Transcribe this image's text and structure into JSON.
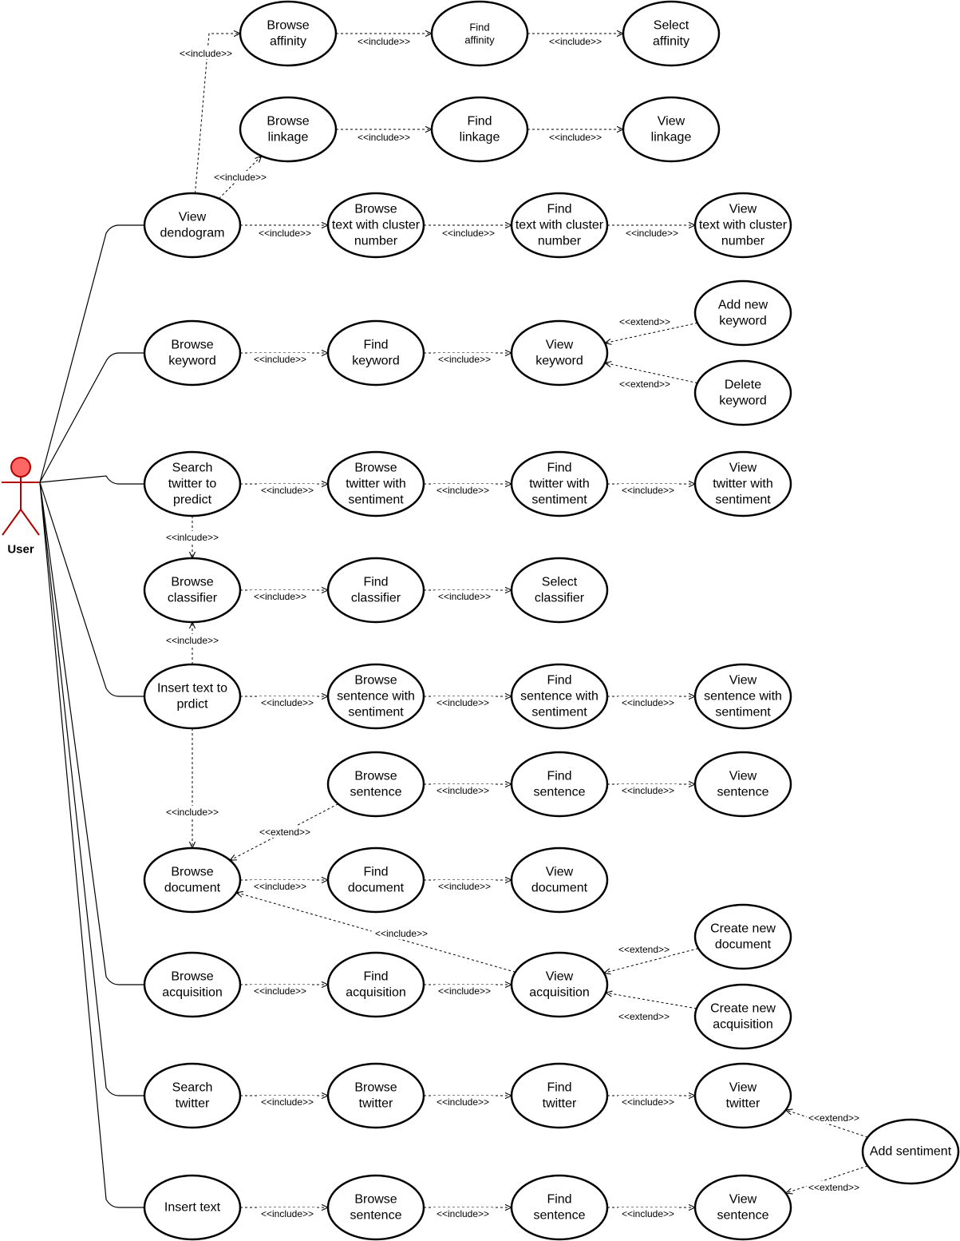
{
  "actor": {
    "name": "User",
    "color": "#ff6666",
    "stroke": "#b20000"
  },
  "usecases": {
    "browse_affinity": [
      "Browse",
      "affinity"
    ],
    "find_affinity": [
      "Find",
      "affinity"
    ],
    "select_affinity": [
      "Select",
      "affinity"
    ],
    "browse_linkage": [
      "Browse",
      "linkage"
    ],
    "find_linkage": [
      "Find",
      "linkage"
    ],
    "view_linkage": [
      "View",
      "linkage"
    ],
    "view_dendogram": [
      "View",
      "dendogram"
    ],
    "browse_text_cluster": [
      "Browse",
      "text with cluster",
      "number"
    ],
    "find_text_cluster": [
      "Find",
      "text with cluster",
      "number"
    ],
    "view_text_cluster": [
      "View",
      "text with cluster",
      "number"
    ],
    "browse_keyword": [
      "Browse",
      "keyword"
    ],
    "find_keyword": [
      "Find",
      "keyword"
    ],
    "view_keyword": [
      "View",
      "keyword"
    ],
    "add_keyword": [
      "Add new",
      "keyword"
    ],
    "delete_keyword": [
      "Delete",
      "keyword"
    ],
    "search_twitter_predict": [
      "Search",
      "twitter to",
      "predict"
    ],
    "browse_twitter_sentiment": [
      "Browse",
      "twitter with",
      "sentiment"
    ],
    "find_twitter_sentiment": [
      "Find",
      "twitter with",
      "sentiment"
    ],
    "view_twitter_sentiment": [
      "View",
      "twitter with",
      "sentiment"
    ],
    "browse_classifier": [
      "Browse",
      "classifier"
    ],
    "find_classifier": [
      "Find",
      "classifier"
    ],
    "select_classifier": [
      "Select",
      "classifier"
    ],
    "insert_text_predict": [
      "Insert text to",
      "prdict"
    ],
    "browse_sentence_sentiment": [
      "Browse",
      "sentence with",
      "sentiment"
    ],
    "find_sentence_sentiment": [
      "Find",
      "sentence with",
      "sentiment"
    ],
    "view_sentence_sentiment": [
      "View",
      "sentence with",
      "sentiment"
    ],
    "browse_sentence": [
      "Browse",
      "sentence"
    ],
    "find_sentence": [
      "Find",
      "sentence"
    ],
    "view_sentence": [
      "View",
      "sentence"
    ],
    "browse_document": [
      "Browse",
      "document"
    ],
    "find_document": [
      "Find",
      "document"
    ],
    "view_document": [
      "View",
      "document"
    ],
    "browse_acquisition": [
      "Browse",
      "acquisition"
    ],
    "find_acquisition": [
      "Find",
      "acquisition"
    ],
    "view_acquisition": [
      "View",
      "acquisition"
    ],
    "create_document": [
      "Create new",
      "document"
    ],
    "create_acquisition": [
      "Create new",
      "acquisition"
    ],
    "search_twitter": [
      "Search",
      "twitter"
    ],
    "browse_twitter": [
      "Browse",
      "twitter"
    ],
    "find_twitter": [
      "Find",
      "twitter"
    ],
    "view_twitter": [
      "View",
      "twitter"
    ],
    "add_sentiment": [
      "Add sentiment"
    ],
    "insert_text": [
      "Insert text"
    ],
    "browse_sentence_2": [
      "Browse",
      "sentence"
    ],
    "find_sentence_2": [
      "Find",
      "sentence"
    ],
    "view_sentence_2": [
      "View",
      "sentence"
    ]
  },
  "stereotypes": {
    "include": "<<include>>",
    "inlcude_typo": "<<inlcude>>",
    "extend": "<<extend>>"
  }
}
